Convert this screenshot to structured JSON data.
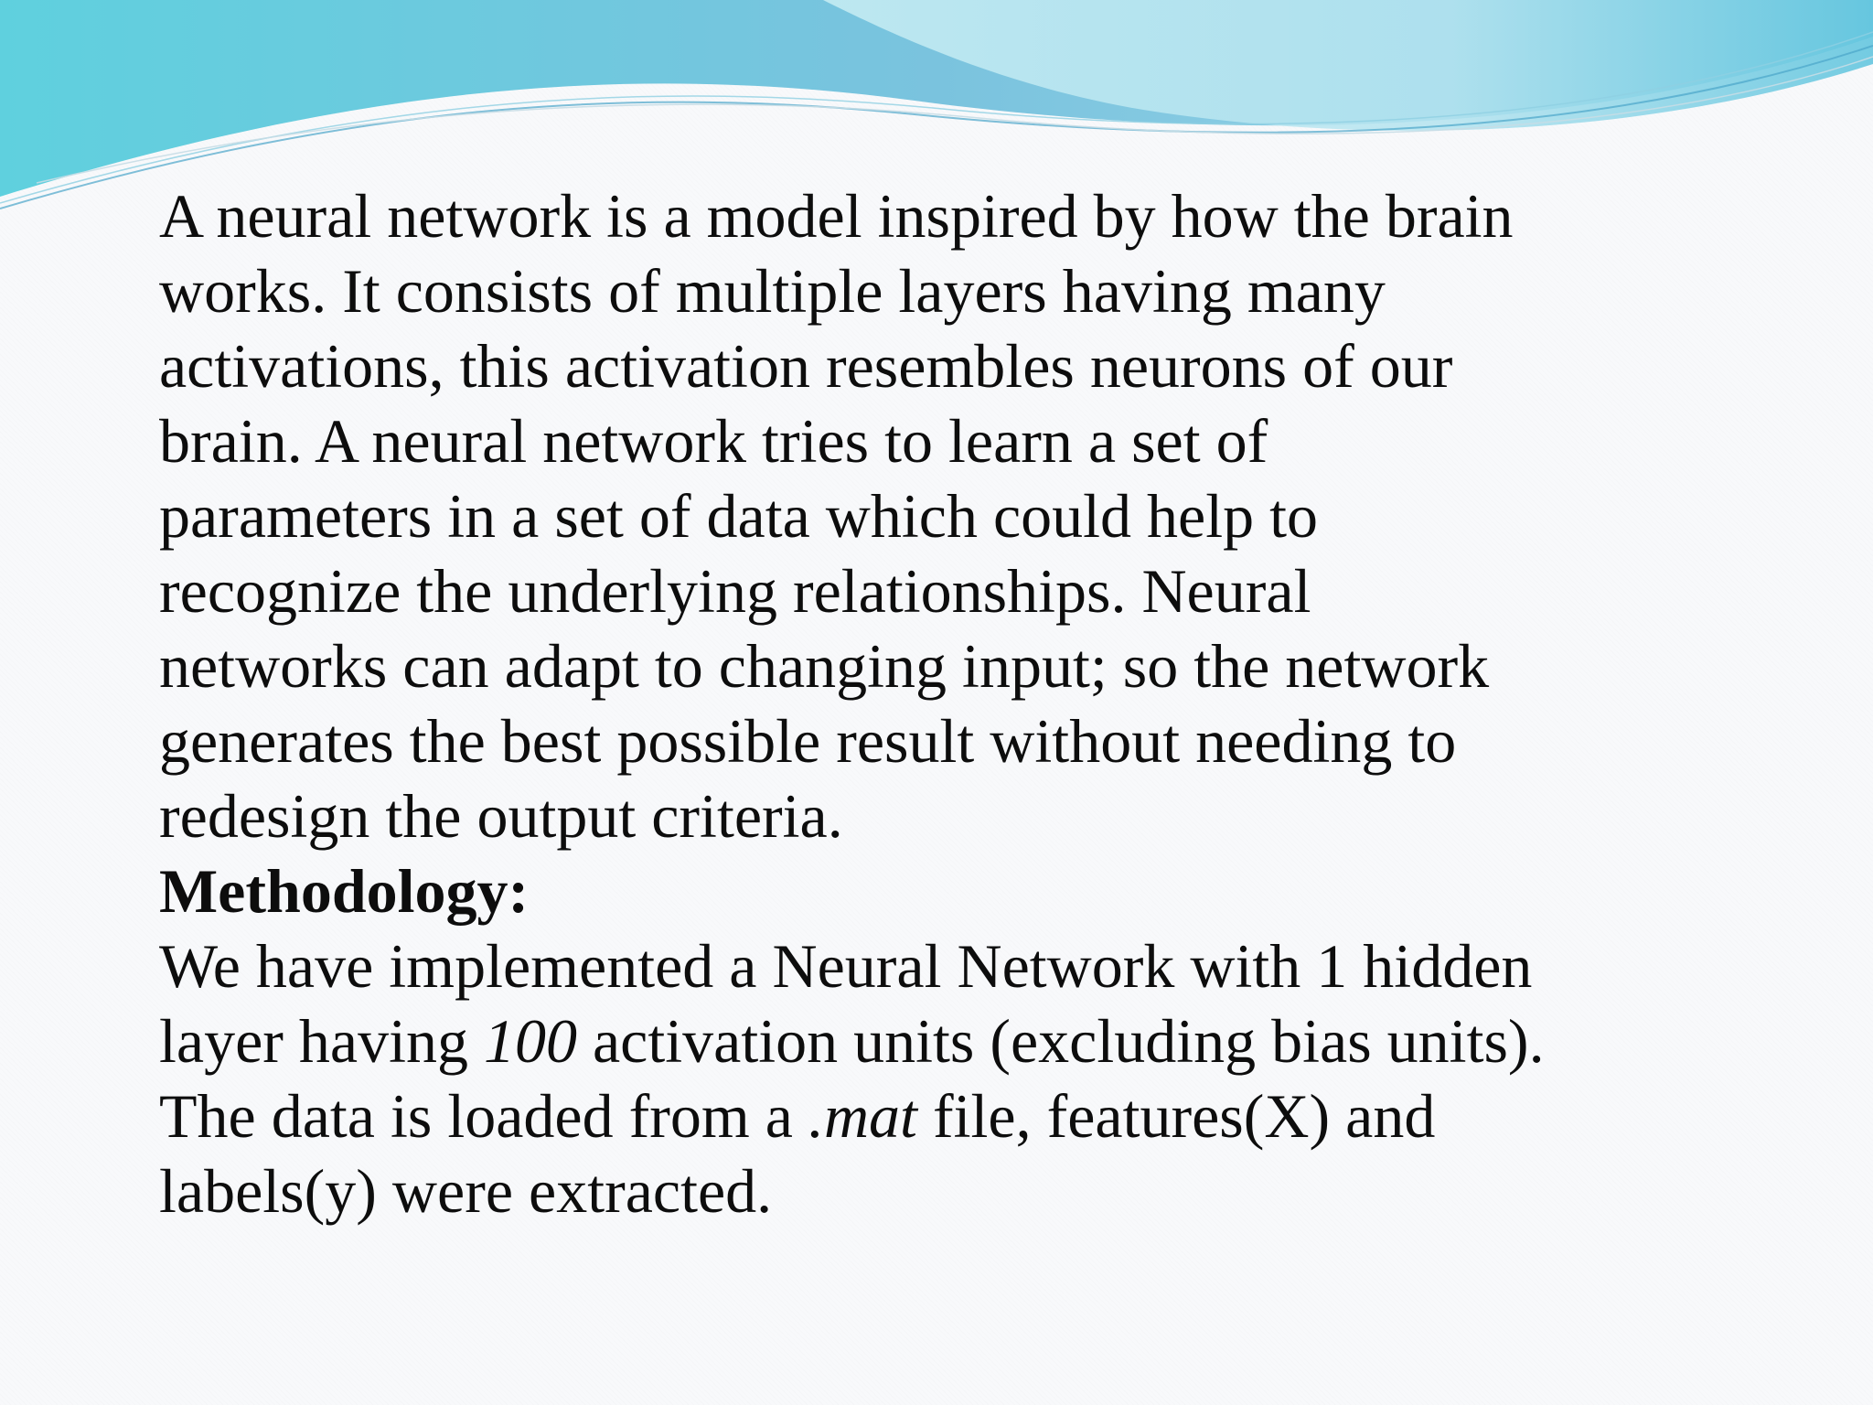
{
  "slide": {
    "paragraph1_lines": [
      "A neural network is a model inspired by how the brain",
      "works. It consists of multiple layers having many",
      "activations, this activation resembles neurons of our",
      "brain. A neural network tries to learn a set of",
      "parameters in a set of data which could help to",
      "recognize the underlying relationships. Neural",
      "networks can adapt to changing input; so the network",
      "generates the best possible result without needing to",
      "redesign the output criteria."
    ],
    "methodology_heading": "Methodology:",
    "methodology": {
      "line1": "We have implemented a Neural Network with 1 hidden",
      "line2_pre": "layer having ",
      "line2_em": "100",
      "line2_post": " activation units (excluding bias units).",
      "line3_pre": "The data is loaded from a ",
      "line3_em": ".mat",
      "line3_post": " file, features(X) and",
      "line4": "labels(y) were extracted."
    }
  },
  "theme": {
    "wave_colors": [
      "#5cc7d9",
      "#8ad6e6",
      "#bfe8f1",
      "#4aa5c9"
    ]
  }
}
